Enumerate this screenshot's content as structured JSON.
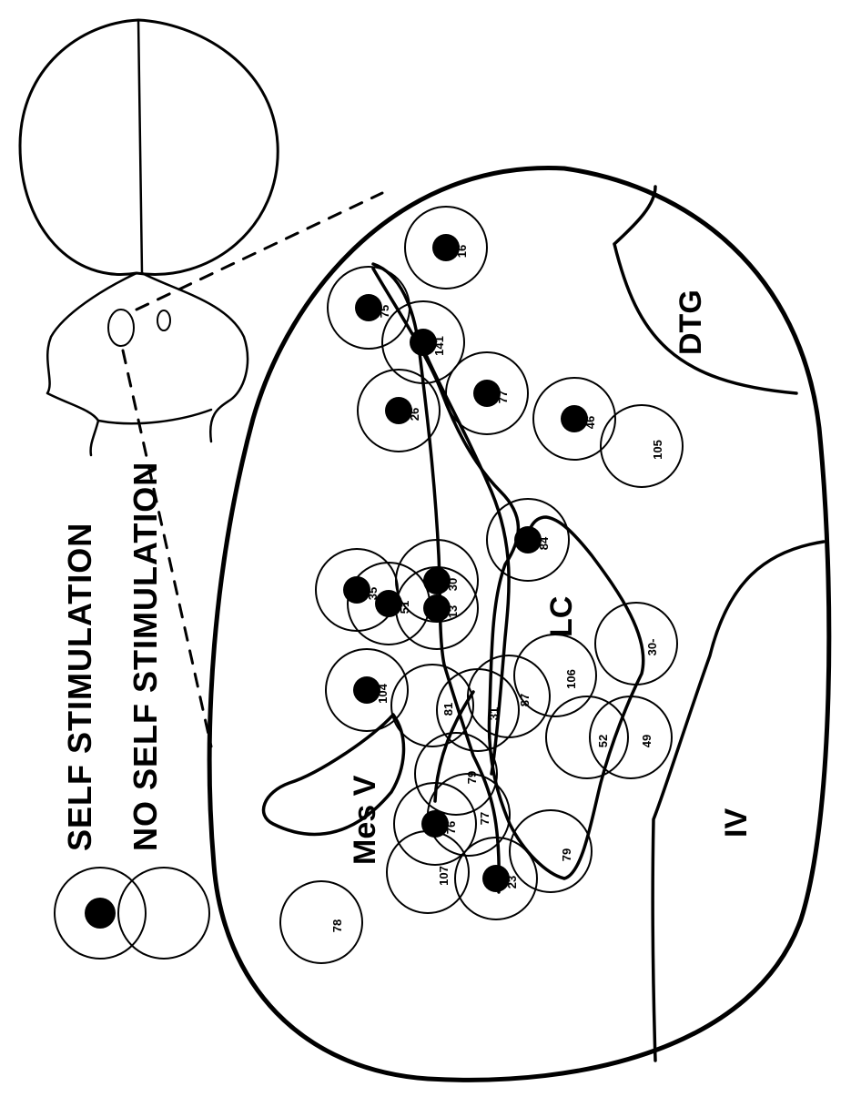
{
  "legend": {
    "self": "SELF STIMULATION",
    "noself": "NO SELF STIMULATION"
  },
  "regions": {
    "dtg": "DTG",
    "lc": "LC",
    "mesv": "Mes V",
    "iv": "IV"
  },
  "sites": [
    {
      "label": "16",
      "filled": true
    },
    {
      "label": "75",
      "filled": true
    },
    {
      "label": "141",
      "filled": true
    },
    {
      "label": "26",
      "filled": true
    },
    {
      "label": "77",
      "filled": true
    },
    {
      "label": "46",
      "filled": true
    },
    {
      "label": "105",
      "filled": false
    },
    {
      "label": "84",
      "filled": true
    },
    {
      "label": "35",
      "filled": true
    },
    {
      "label": "30",
      "filled": true
    },
    {
      "label": "51",
      "filled": true
    },
    {
      "label": "13",
      "filled": true
    },
    {
      "label": "104",
      "filled": true
    },
    {
      "label": "30-",
      "filled": false
    },
    {
      "label": "106",
      "filled": false
    },
    {
      "label": "52",
      "filled": false
    },
    {
      "label": "49",
      "filled": false
    },
    {
      "label": "81",
      "filled": false
    },
    {
      "label": "31",
      "filled": false
    },
    {
      "label": "87",
      "filled": false
    },
    {
      "label": "79",
      "filled": false
    },
    {
      "label": "76",
      "filled": true
    },
    {
      "label": "77",
      "filled": false
    },
    {
      "label": "107",
      "filled": false
    },
    {
      "label": "23",
      "filled": true
    },
    {
      "label": "79",
      "filled": false
    },
    {
      "label": "78",
      "filled": false
    }
  ]
}
